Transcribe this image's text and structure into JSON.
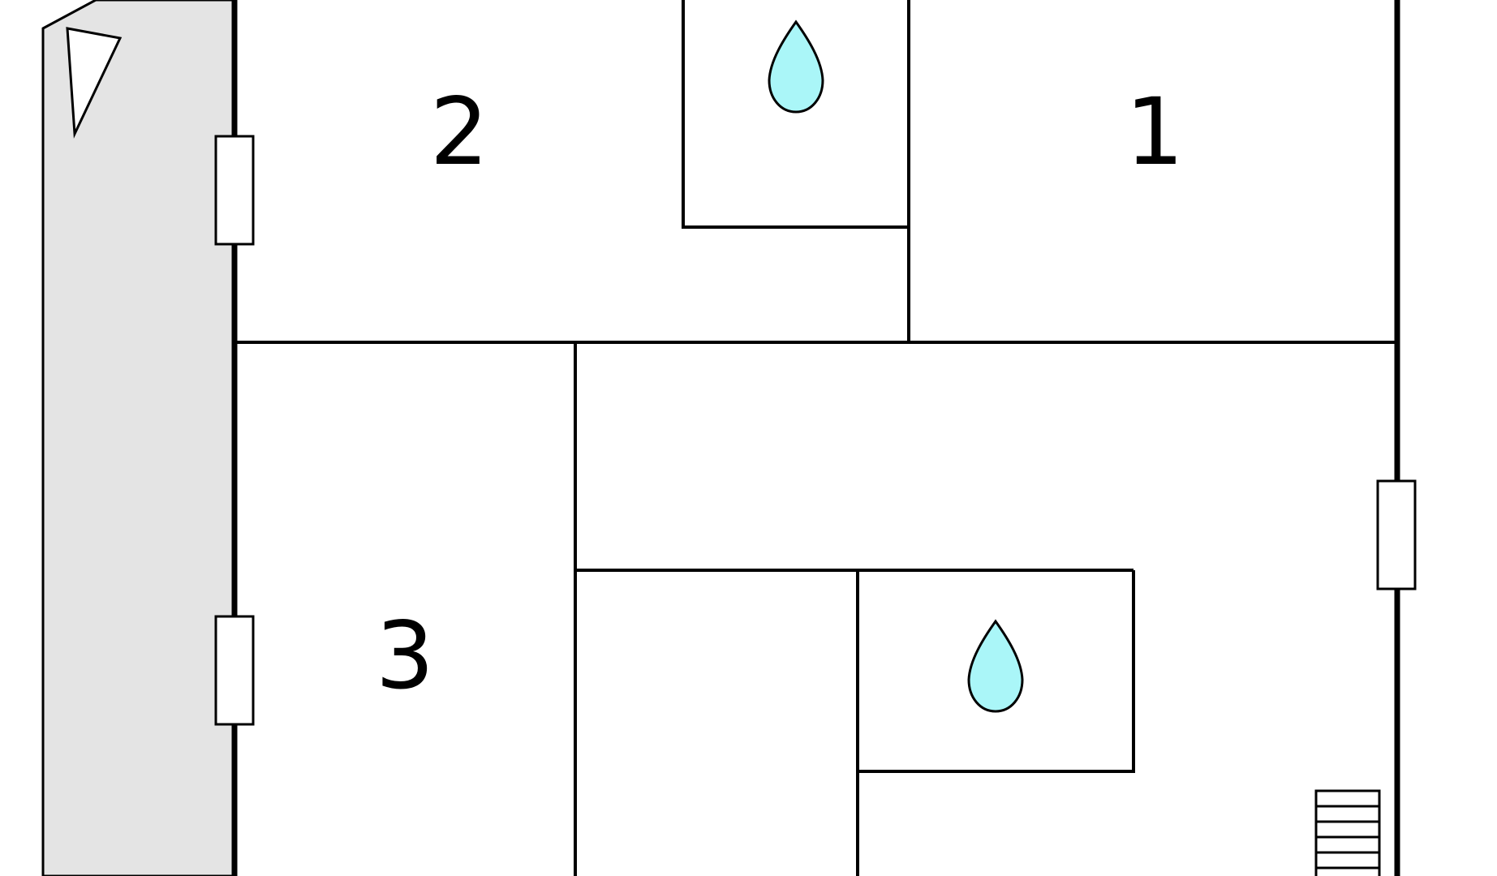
{
  "rooms": [
    {
      "label": "2"
    },
    {
      "label": "1"
    },
    {
      "label": "3"
    }
  ],
  "colors": {
    "wall": "#000000",
    "background": "#ffffff",
    "exterior_strip": "#e4e4e4",
    "water_drop": "#aaf6f8"
  },
  "icons": [
    "north-arrow-icon",
    "window-icon",
    "water-drop-icon",
    "staircase-icon"
  ]
}
